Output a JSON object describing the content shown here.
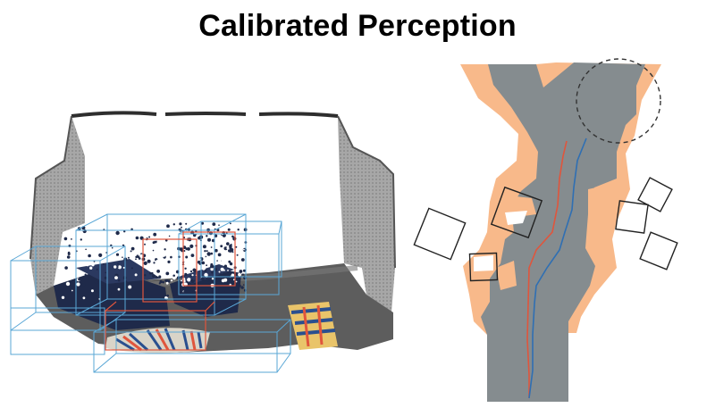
{
  "title": "Calibrated Perception",
  "colors": {
    "background": "#ffffff",
    "pointcloud_wall": "#9a9a9a",
    "pointcloud_dark": "#3d3d3d",
    "floor": "#5c5c5c",
    "sofa": "#1f2a4a",
    "box_blue": "#5aa7d6",
    "box_red": "#e0553c",
    "map_gray": "#858c8f",
    "map_orange": "#f8b98a",
    "path_blue": "#2f6fb3",
    "path_red": "#e0553c"
  },
  "panels": [
    {
      "name": "3d-reconstruction"
    },
    {
      "name": "top-down-map"
    }
  ]
}
